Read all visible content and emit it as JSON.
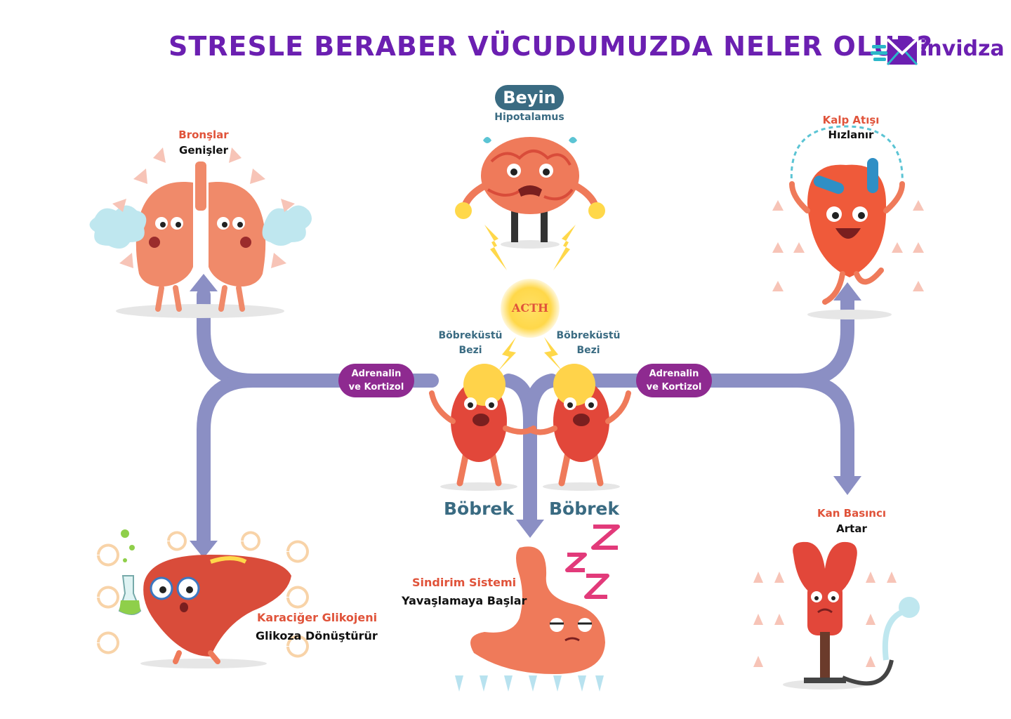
{
  "title": "STRESLE BERABER VÜCUDUMUZDA NELER OLUR?",
  "logo": {
    "text": "invidza"
  },
  "colors": {
    "title": "#6b1fb1",
    "accent_red": "#e0533a",
    "arrow": "#8b8fc4",
    "pill": "#8e2a90",
    "teal": "#3a6b82",
    "organ": "#ef7a5a",
    "organ_dark": "#d94c3a",
    "acth": "#ffd84a"
  },
  "brain": {
    "label": "Beyin",
    "sub": "Hipotalamus"
  },
  "acth": "ACTH",
  "adrenal_left": {
    "line1": "Böbreküstü",
    "line2": "Bezi"
  },
  "adrenal_right": {
    "line1": "Böbreküstü",
    "line2": "Bezi"
  },
  "kidney_left": "Böbrek",
  "kidney_right": "Böbrek",
  "hormone_left": {
    "line1": "Adrenalin",
    "line2": "ve Kortizol"
  },
  "hormone_right": {
    "line1": "Adrenalin",
    "line2": "ve Kortizol"
  },
  "lungs": {
    "title": "Bronşlar",
    "desc": "Genişler"
  },
  "heart": {
    "title": "Kalp Atışı",
    "desc": "Hızlanır"
  },
  "liver": {
    "title": "Karaciğer Glikojeni",
    "desc": "Glikoza Dönüştürür"
  },
  "digestion": {
    "title": "Sindirim Sistemi",
    "desc": "Yavaşlamaya Başlar"
  },
  "blood_pressure": {
    "title": "Kan Basıncı",
    "desc": "Artar"
  }
}
